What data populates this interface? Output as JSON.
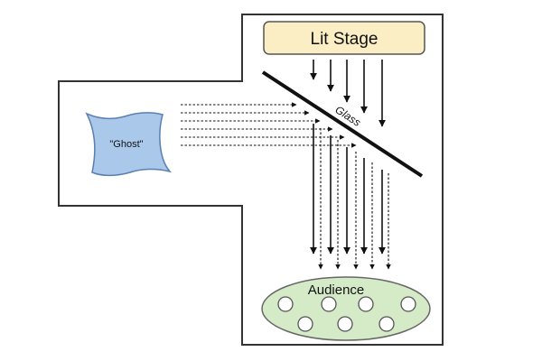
{
  "labels": {
    "stage": "Lit Stage",
    "ghost": "\"Ghost\"",
    "glass": "Glass",
    "audience": "Audience"
  },
  "colors": {
    "stage_fill": "#fbeec4",
    "ghost_fill": "#a9c8ea",
    "audience_fill": "#d5ebc8",
    "outline": "#333333",
    "ray": "#111111"
  }
}
